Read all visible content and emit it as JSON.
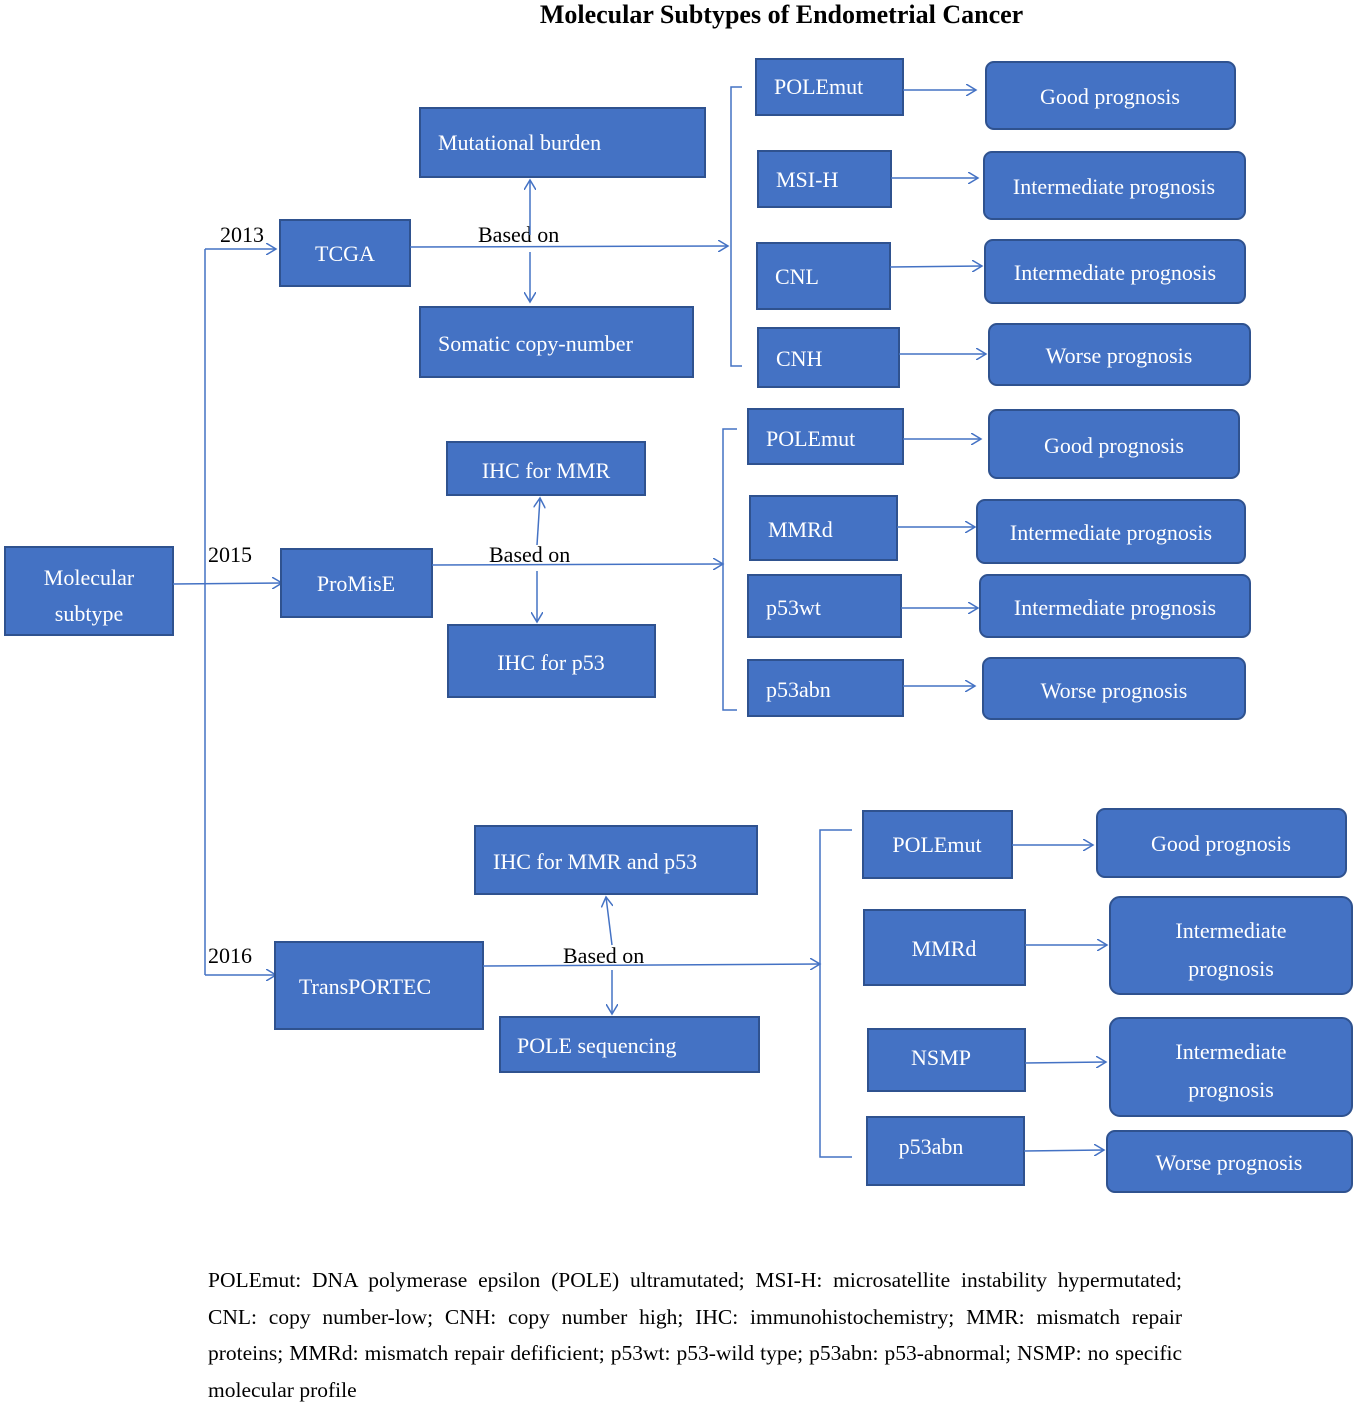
{
  "title": "Molecular Subtypes of Endometrial Cancer",
  "root": {
    "line1": "Molecular",
    "line2": "subtype"
  },
  "based_on": "Based on",
  "branches": [
    {
      "year": "2013",
      "name": "TCGA",
      "basis_top": "Mutational burden",
      "basis_bottom": "Somatic copy-number",
      "subtypes": [
        "POLEmut",
        "MSI-H",
        "CNL",
        "CNH"
      ],
      "prognoses": [
        [
          "Good prognosis"
        ],
        [
          "Intermediate prognosis"
        ],
        [
          "Intermediate prognosis"
        ],
        [
          "Worse prognosis"
        ]
      ]
    },
    {
      "year": "2015",
      "name": "ProMisE",
      "basis_top": "IHC for MMR",
      "basis_bottom": "IHC for p53",
      "subtypes": [
        "POLEmut",
        "MMRd",
        "p53wt",
        "p53abn"
      ],
      "prognoses": [
        [
          "Good prognosis"
        ],
        [
          "Intermediate prognosis"
        ],
        [
          "Intermediate prognosis"
        ],
        [
          "Worse prognosis"
        ]
      ]
    },
    {
      "year": "2016",
      "name": "TransPORTEC",
      "basis_top": "IHC for MMR and p53",
      "basis_bottom": "POLE sequencing",
      "subtypes": [
        "POLEmut",
        "MMRd",
        "NSMP",
        "p53abn"
      ],
      "prognoses": [
        [
          "Good prognosis"
        ],
        [
          "Intermediate",
          "prognosis"
        ],
        [
          "Intermediate",
          "prognosis"
        ],
        [
          "Worse prognosis"
        ]
      ]
    }
  ],
  "footnote": "POLEmut: DNA polymerase epsilon (POLE) ultramutated; MSI-H: microsatellite instability hypermutated; CNL: copy number-low; CNH: copy number high; IHC: immunohistochemistry; MMR: mismatch repair proteins; MMRd: mismatch repair defificient; p53wt: p53-wild type; p53abn: p53-abnormal; NSMP: no specific molecular profile",
  "colors": {
    "box_fill": "#4472c4",
    "box_border": "#2f528f",
    "connector": "#4472c4"
  }
}
